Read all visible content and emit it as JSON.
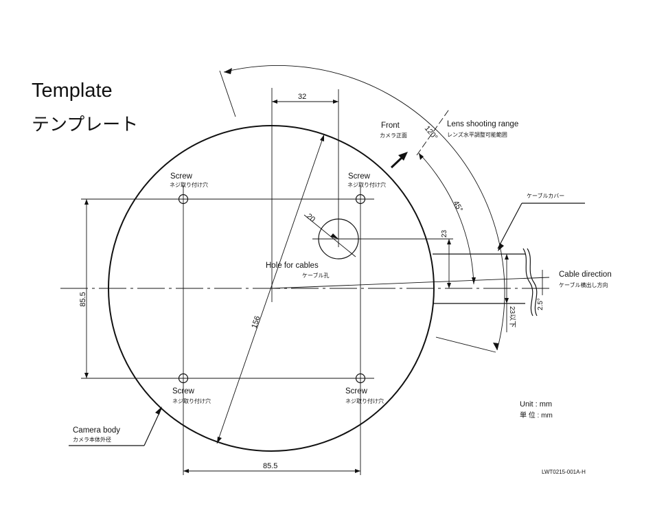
{
  "title": {
    "en": "Template",
    "ja": "テンプレート"
  },
  "labels": {
    "front_en": "Front",
    "front_ja": "カメラ正面",
    "lens_en": "Lens shooting range",
    "lens_ja": "レンズ水平調整可能範囲",
    "screw_en": "Screw",
    "screw_ja": "ネジ取り付け穴",
    "hole_en": "Hole for cables",
    "hole_ja": "ケーブル孔",
    "cable_cover_ja": "ケーブルカバー",
    "cable_dir_en": "Cable direction",
    "cable_dir_ja": "ケーブル横出し方向",
    "camera_body_en": "Camera body",
    "camera_body_ja": "カメラ本体外径",
    "unit_en": "Unit : mm",
    "unit_ja": "単 位 : mm",
    "doc_id": "LWT0215-001A-H"
  },
  "dimensions": {
    "top_offset": "32",
    "hole_diameter": "20",
    "body_diameter": "156",
    "screw_vertical": "85.5",
    "screw_horizontal": "85.5",
    "hole_offset": "23",
    "cable_width": "23以下",
    "cable_angle": "2.5°",
    "angle_range": "120°",
    "angle_half": "45°"
  }
}
